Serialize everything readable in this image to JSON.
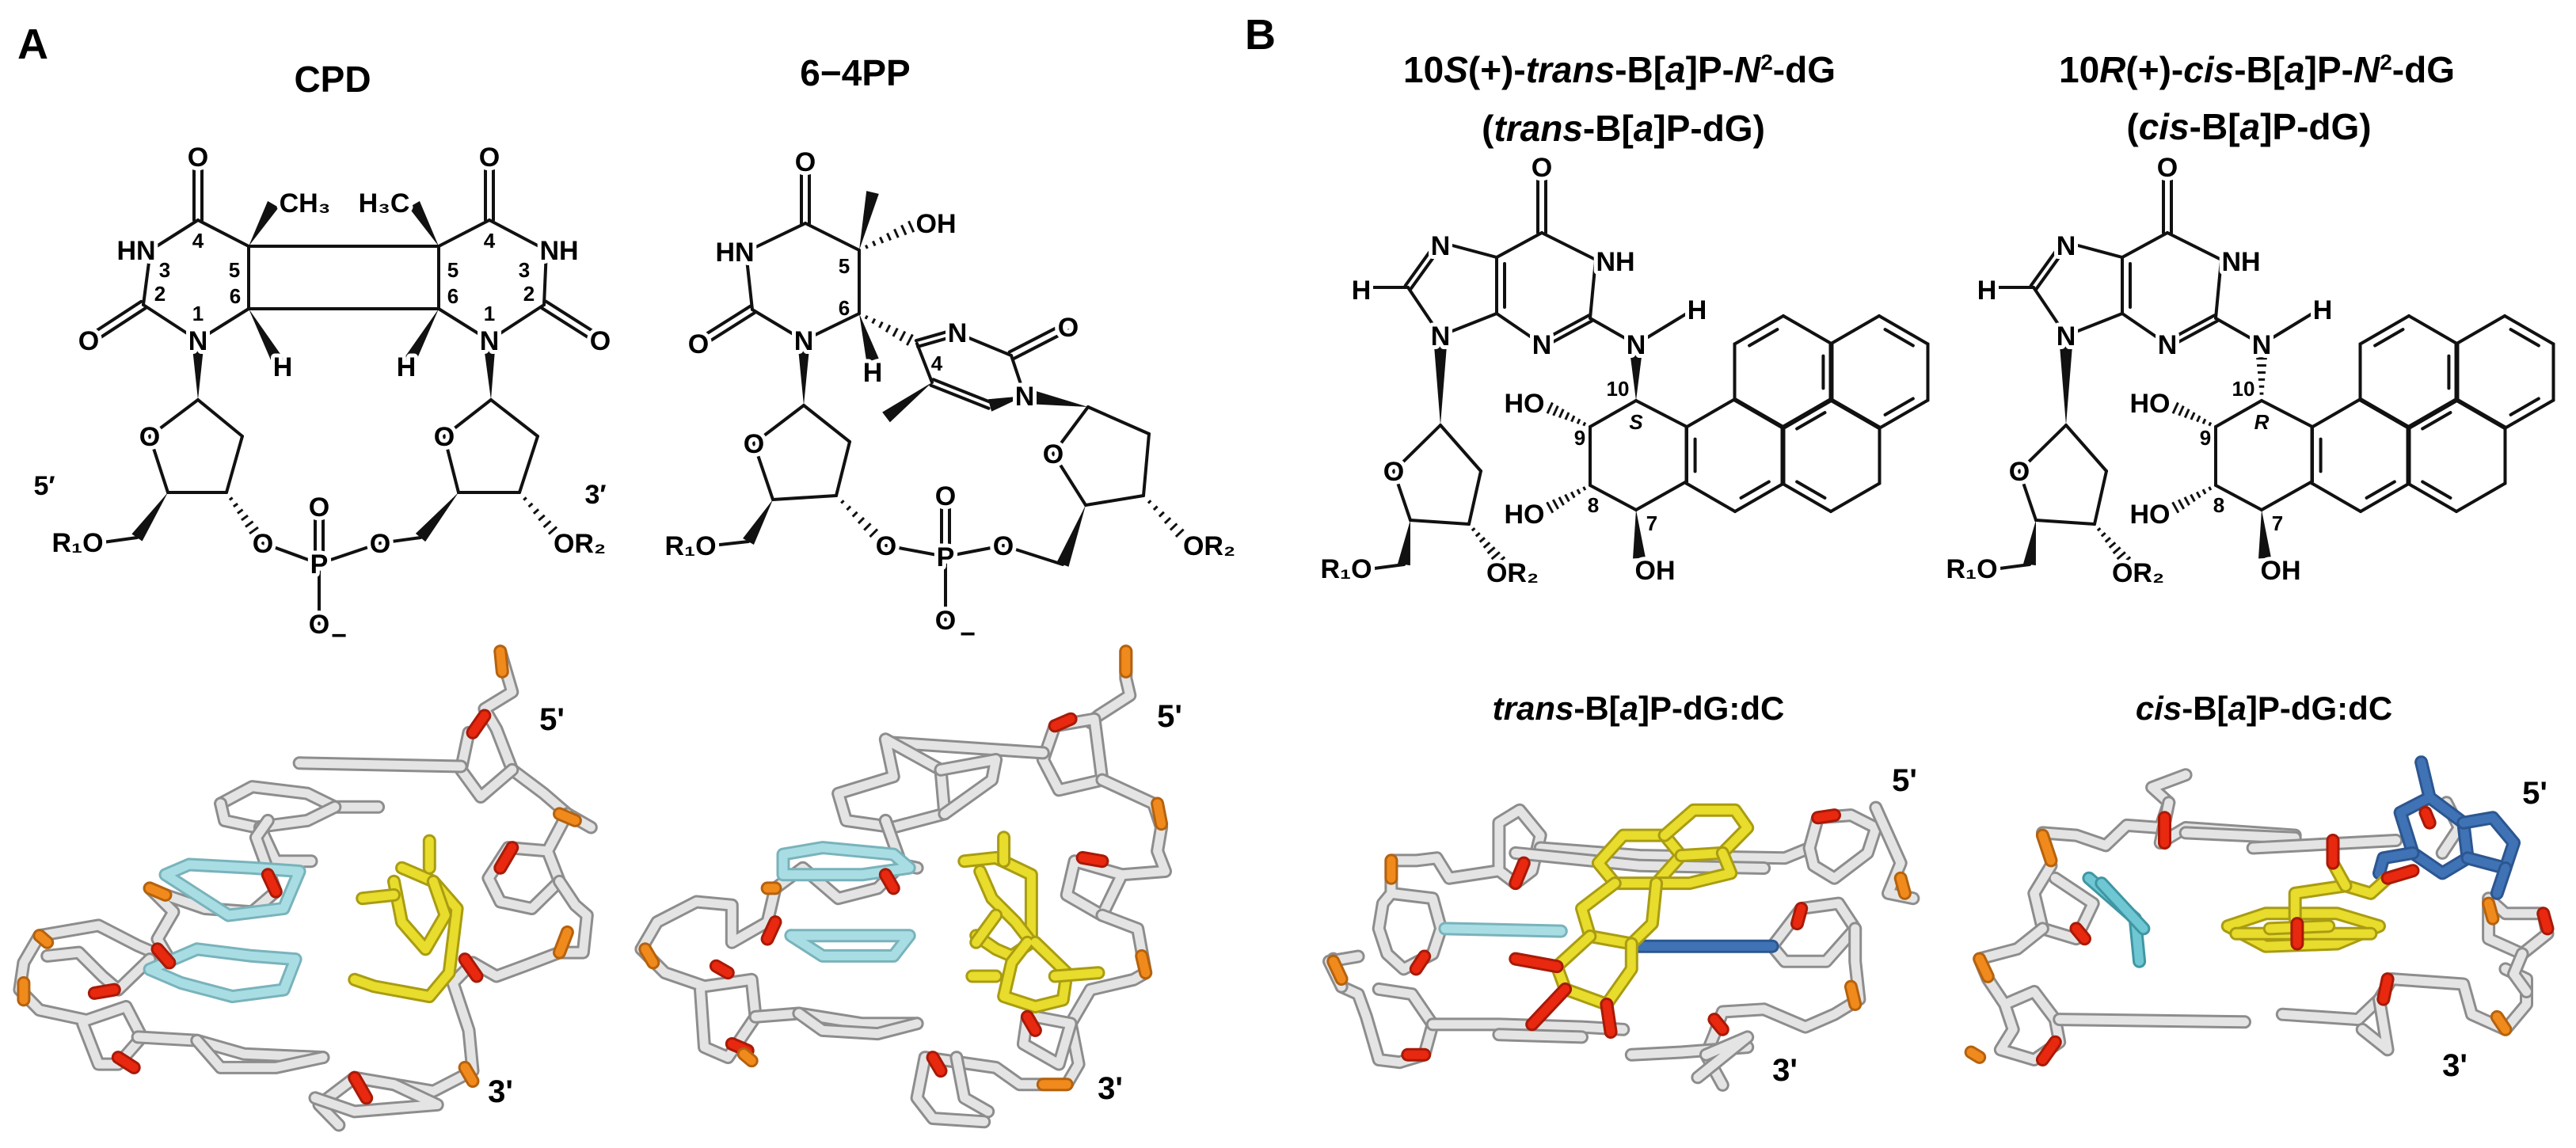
{
  "panel_a": {
    "label": "A",
    "cpd": {
      "title": "CPD",
      "labels": [
        "O",
        "CH₃",
        "H₃C",
        "O",
        "HN",
        "3",
        "4",
        "5",
        "2",
        "1",
        "6",
        "O",
        "N",
        "H",
        "5",
        "4",
        "3",
        "NH",
        "2",
        "1",
        "6",
        "N",
        "O",
        "H",
        "O",
        "O",
        "5′",
        "R₁O",
        "O",
        "P",
        "O",
        "O",
        "O",
        "−",
        "3′",
        "OR₂"
      ]
    },
    "pp64": {
      "title": "6−4PP",
      "labels": [
        "O",
        "HN",
        "5",
        "OH",
        "6",
        "O",
        "N",
        "H",
        "N",
        "4",
        "O",
        "N",
        "O",
        "R₁O",
        "O",
        "P",
        "O",
        "O",
        "O",
        "−",
        "O",
        "OR₂"
      ]
    },
    "render_cpd": {
      "five_prime": "5'",
      "three_prime": "3'"
    },
    "render_64pp": {
      "five_prime": "5'",
      "three_prime": "3'"
    }
  },
  "panel_b": {
    "label": "B",
    "trans": {
      "title_line1": [
        "10",
        "S",
        "(+)-",
        "trans",
        "-B[",
        "a",
        "]P-",
        "N",
        "2",
        "-dG"
      ],
      "title_line2": [
        "(",
        "trans",
        "-B[",
        "a",
        "]P-dG)"
      ],
      "labels": [
        "O",
        "N",
        "H",
        "NH",
        "N",
        "N",
        "N",
        "H",
        "O",
        "R₁O",
        "OR₂",
        "HO",
        "10",
        "S",
        "9",
        "HO",
        "8",
        "7",
        "OH"
      ],
      "render_title": [
        "trans",
        "-B[",
        "a",
        "]P-dG:dC"
      ],
      "five_prime": "5'",
      "three_prime": "3'"
    },
    "cis": {
      "title_line1": [
        "10",
        "R",
        "(+)-",
        "cis",
        "-B[",
        "a",
        "]P-",
        "N",
        "2",
        "-dG"
      ],
      "title_line2": [
        "(",
        "cis",
        "-B[",
        "a",
        "]P-dG)"
      ],
      "labels": [
        "O",
        "N",
        "H",
        "NH",
        "N",
        "N",
        "N",
        "H",
        "O",
        "R₁O",
        "OR₂",
        "HO",
        "10",
        "R",
        "9",
        "HO",
        "8",
        "7",
        "OH"
      ],
      "render_title": [
        "cis",
        "-B[",
        "a",
        "]P-dG:dC"
      ],
      "five_prime": "5'",
      "three_prime": "3'"
    }
  },
  "colors": {
    "carbon": "#e4e4e4",
    "oxygen": "#e8280f",
    "phosphorus": "#f08a1c",
    "lesion": "#e8dc2c",
    "partner_base": "#a9dde4",
    "cytosine": "#3f73b5"
  }
}
